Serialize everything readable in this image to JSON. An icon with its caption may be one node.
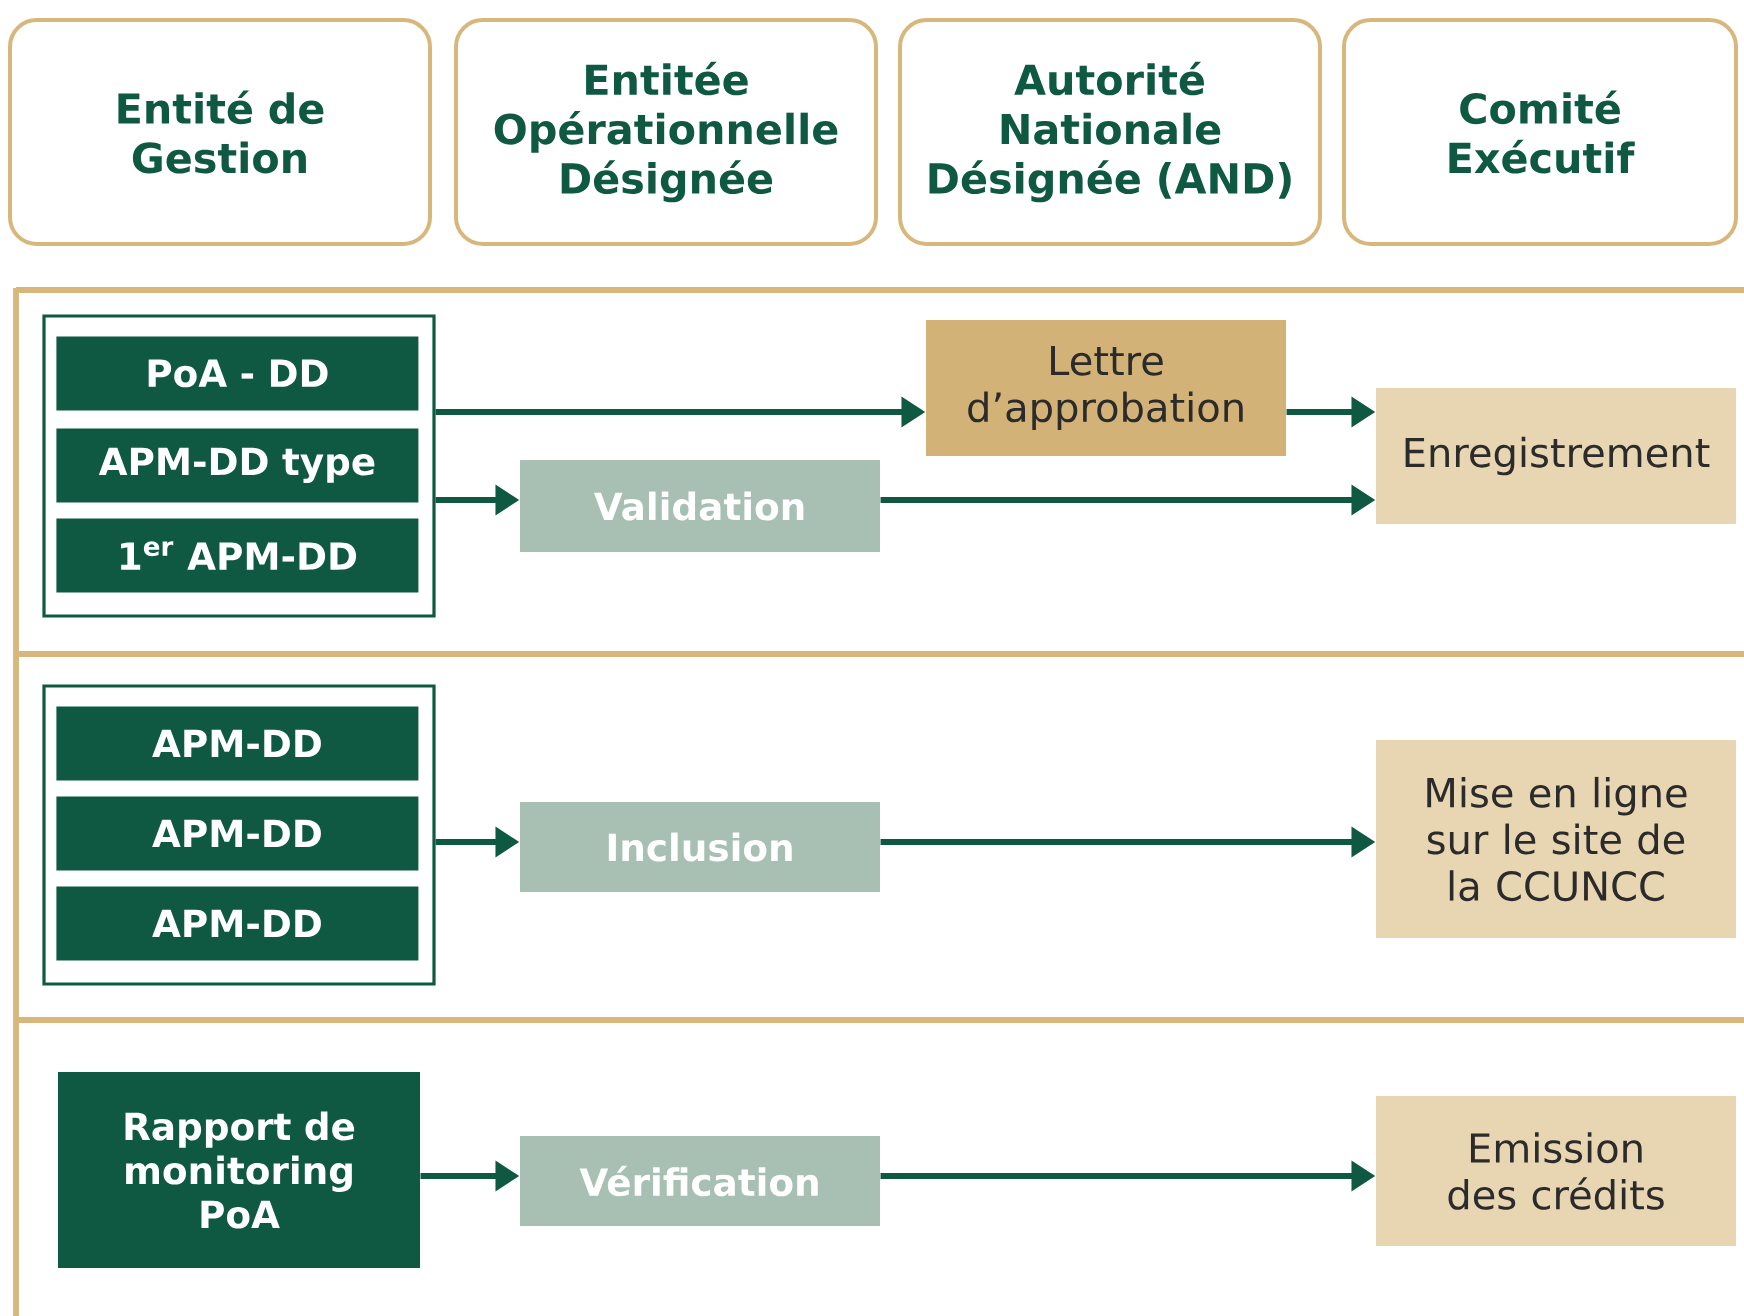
{
  "diagram": {
    "nodes": [
      {
        "text": [
          "Entité de Gestion"
        ]
      },
      {
        "text": [
          "Entitée Opérationnelle Désignée"
        ]
      },
      {
        "text": [
          "Autorité Nationale Désignée (AND)"
        ]
      },
      {
        "text": [
          "Comité Exécutif"
        ]
      },
      {
        "text": [],
        "shape": "box"
      },
      {
        "text": [
          "PoA - DD"
        ],
        "in": 4
      },
      {
        "text": [
          "APM-DD type"
        ],
        "in": 4
      },
      {
        "text": [
          "1$^{er}$ APM-DD"
        ],
        "in": 4
      },
      {
        "text": [
          "Lettre d’approbation"
        ]
      },
      {
        "text": [
          "Validation"
        ]
      },
      {
        "text": [
          "Enregistrement"
        ]
      },
      {
        "text": [],
        "shape": "box"
      },
      {
        "text": [
          "APM-DD"
        ],
        "in": 11
      },
      {
        "text": [
          "APM-DD"
        ],
        "in": 11
      },
      {
        "text": [
          "APM-DD"
        ],
        "in": 11
      },
      {
        "text": [
          "Inclusion"
        ]
      },
      {
        "text": [
          "Mise en ligne sur le site de la CCUNCC"
        ]
      },
      {
        "text": [
          "Rapport de monitoring PoA"
        ]
      },
      {
        "text": [
          "Vérification"
        ]
      },
      {
        "text": [
          "Emission des crédits"
        ]
      }
    ],
    "edges": [
      {
        "from": 4,
        "to": 8,
        "arrow": "to"
      },
      {
        "from": 4,
        "to": 9,
        "arrow": "to"
      },
      {
        "from": 8,
        "to": 10,
        "arrow": "to"
      },
      {
        "from": 9,
        "to": 10,
        "arrow": "to"
      },
      {
        "from": 11,
        "to": 15,
        "arrow": "to"
      },
      {
        "from": 15,
        "to": 16,
        "arrow": "to"
      },
      {
        "from": 17,
        "to": 18,
        "arrow": "to"
      },
      {
        "from": 18,
        "to": 19,
        "arrow": "to"
      }
    ]
  }
}
